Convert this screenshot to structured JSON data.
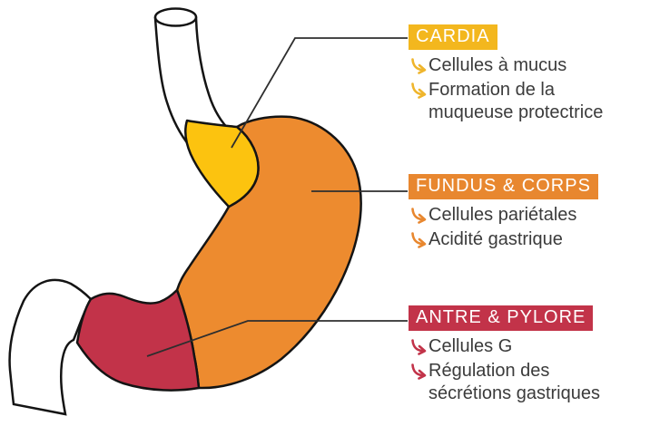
{
  "figure": {
    "description": "Stomach anatomy diagram with esophagus, three colored regions and duodenum",
    "outline_color": "#141414",
    "esophagus_fill": "#ffffff",
    "duodenum_fill": "#ffffff",
    "callout_line_color": "#2e2e2e",
    "regions": {
      "cardia": {
        "name": "Cardia",
        "fill": "#FCC30F"
      },
      "fundus_corps": {
        "name": "Fundus & Corps",
        "fill": "#ED8B2F"
      },
      "antre_pylore": {
        "name": "Antre & Pylore",
        "fill": "#C23349"
      }
    }
  },
  "sections": [
    {
      "label": "CARDIA",
      "badge_color": "#F3B71E",
      "arrow_color": "#EFB52C",
      "bullets": [
        {
          "lines": [
            "Cellules à mucus"
          ]
        },
        {
          "lines": [
            "Formation de la",
            "muqueuse protectrice"
          ]
        }
      ]
    },
    {
      "label": "FUNDUS & CORPS",
      "badge_color": "#E8872F",
      "arrow_color": "#E8872F",
      "bullets": [
        {
          "lines": [
            "Cellules pariétales"
          ]
        },
        {
          "lines": [
            "Acidité gastrique"
          ]
        }
      ]
    },
    {
      "label": "ANTRE & PYLORE",
      "badge_color": "#C23349",
      "arrow_color": "#C23349",
      "bullets": [
        {
          "lines": [
            "Cellules G"
          ]
        },
        {
          "lines": [
            "Régulation des",
            "sécrétions gastriques"
          ]
        }
      ]
    }
  ]
}
